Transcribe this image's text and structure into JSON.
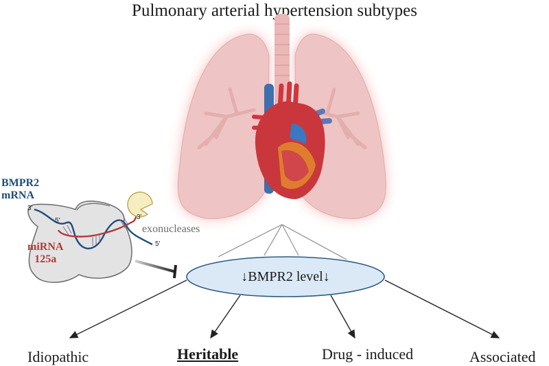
{
  "title": "Pulmonary arterial hypertension subtypes",
  "illustration": {
    "organ": "lungs-and-heart",
    "lung_color": "#efc4c4",
    "glow_color": "#f5a3a3",
    "heart_color": "#c9373c",
    "vein_color": "#3f6fae"
  },
  "mechanism": {
    "mrna_label_line1": "BMPR2",
    "mrna_label_line2": "mRNA",
    "mirna_label_line1": "miRNA",
    "mirna_label_line2": "125a",
    "enzyme_label": "exonucleases",
    "primes": {
      "mrna_left_3": "3'",
      "mirna_5": "5'",
      "mirna_3": "3'",
      "mrna_right_5": "5'"
    },
    "colors": {
      "mrna": "#1e4e79",
      "mirna": "#b03a3a",
      "ribosome": "#e3e3e3",
      "enzyme": "#f6edc0"
    }
  },
  "central_node": {
    "label": "BMPR2 level",
    "arrow_glyph": "↓",
    "fill": "#dbe9f7",
    "stroke": "#2d5a80"
  },
  "subtypes": [
    {
      "label": "Idiopathic",
      "emphasis": false
    },
    {
      "label": "Heritable",
      "emphasis": true
    },
    {
      "label": "Drug - induced",
      "emphasis": false
    },
    {
      "label": "Associated",
      "emphasis": false
    }
  ]
}
